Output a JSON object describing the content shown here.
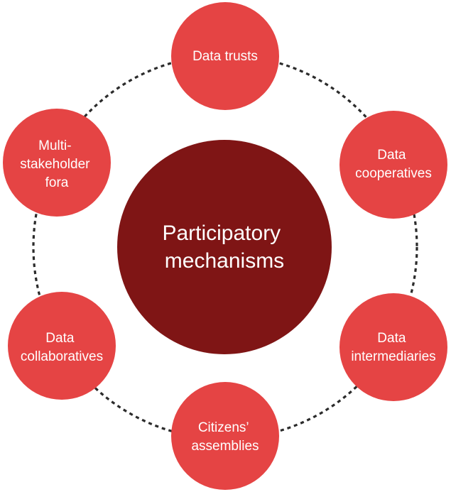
{
  "colors": {
    "node_fill": "#e54444",
    "center_fill": "#7f1515",
    "ring_stroke": "#2b2b2b",
    "label_text": "#ffffff"
  },
  "center": {
    "lines": [
      "Participatory",
      "mechanisms"
    ]
  },
  "nodes": [
    {
      "name": "Data trusts",
      "lines": [
        "Data trusts"
      ]
    },
    {
      "name": "Data cooperatives",
      "lines": [
        "Data",
        "cooperatives"
      ]
    },
    {
      "name": "Data intermediaries",
      "lines": [
        "Data",
        "intermediaries"
      ]
    },
    {
      "name": "Citizens' assemblies",
      "lines": [
        "Citizens’",
        "assemblies"
      ]
    },
    {
      "name": "Data collaboratives",
      "lines": [
        "Data",
        "collaboratives"
      ]
    },
    {
      "name": "Multi-stakeholder fora",
      "lines": [
        "Multi-",
        "stakeholder",
        "fora"
      ]
    }
  ]
}
